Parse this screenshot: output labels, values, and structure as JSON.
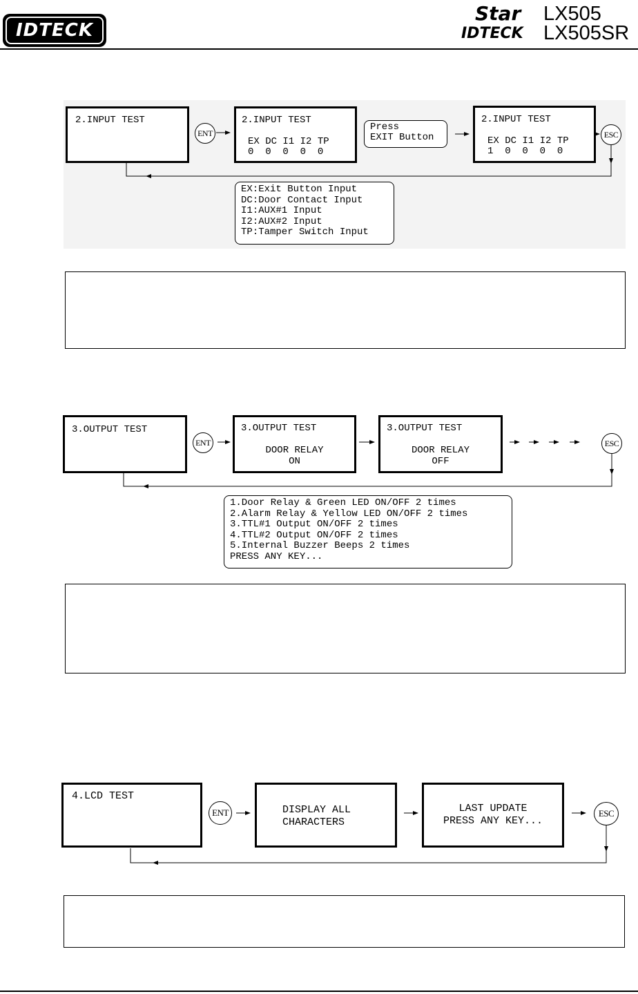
{
  "header": {
    "logo_text": "IDTECK",
    "brand_star": "Star",
    "brand_id": "IDTECK",
    "model1": "LX505",
    "model2": "LX505SR"
  },
  "input_test": {
    "screen1_title": "2.INPUT TEST",
    "ent_label": "ENT",
    "screen2_title": "2.INPUT TEST",
    "screen2_headers": "EX DC I1 I2 TP",
    "screen2_values": "0  0  0  0  0",
    "press_label_1": "Press",
    "press_label_2": "EXIT Button",
    "screen3_title": "2.INPUT TEST",
    "screen3_headers": "EX DC I1 I2 TP",
    "screen3_values": "1  0  0  0  0",
    "esc_label": "ESC",
    "legend": [
      "EX:Exit Button Input",
      "DC:Door Contact Input",
      "I1:AUX#1 Input",
      "I2:AUX#2 Input",
      "TP:Tamper Switch Input"
    ]
  },
  "output_test": {
    "screen1_title": "3.OUTPUT TEST",
    "ent_label": "ENT",
    "screen2_title": "3.OUTPUT TEST",
    "screen2_line1": "DOOR RELAY",
    "screen2_line2": "ON",
    "screen3_title": "3.OUTPUT TEST",
    "screen3_line1": "DOOR RELAY",
    "screen3_line2": "OFF",
    "esc_label": "ESC",
    "sequence": [
      "1.Door Relay & Green LED ON/OFF 2 times",
      "2.Alarm Relay & Yellow LED ON/OFF 2 times",
      "3.TTL#1 Output ON/OFF 2 times",
      "4.TTL#2 Output ON/OFF 2 times",
      "5.Internal Buzzer Beeps 2 times",
      "PRESS ANY KEY..."
    ]
  },
  "lcd_test": {
    "screen1_title": "4.LCD TEST",
    "ent_label": "ENT",
    "screen2_line1": "DISPLAY ALL",
    "screen2_line2": "CHARACTERS",
    "screen3_line1": "LAST UPDATE",
    "screen3_line2": "PRESS ANY KEY...",
    "esc_label": "ESC"
  }
}
